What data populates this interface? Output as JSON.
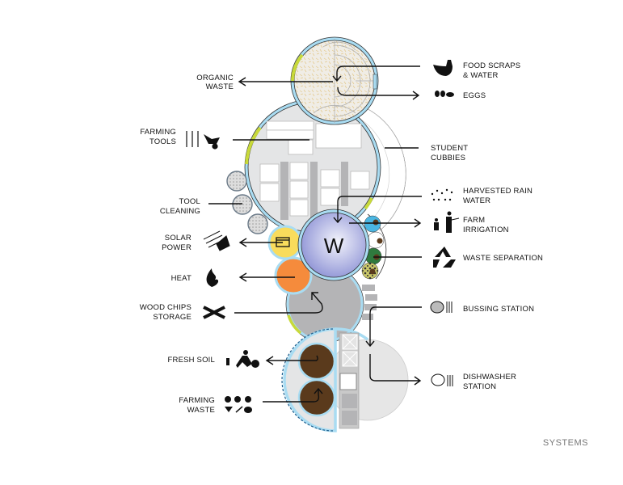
{
  "left_labels": {
    "organic_waste": [
      "ORGANIC",
      "WASTE"
    ],
    "farming_tools": [
      "FARMING",
      "TOOLS"
    ],
    "tool_cleaning": [
      "TOOL",
      "CLEANING"
    ],
    "solar_power": [
      "SOLAR",
      "POWER"
    ],
    "heat": [
      "HEAT"
    ],
    "wood_chips": [
      "WOOD CHIPS",
      "STORAGE"
    ],
    "fresh_soil": [
      "FRESH SOIL"
    ],
    "farming_waste": [
      "FARMING",
      "WASTE"
    ]
  },
  "right_labels": {
    "food_scraps": [
      "FOOD SCRAPS",
      "& WATER"
    ],
    "eggs": [
      "EGGS"
    ],
    "student_cubbies": [
      "STUDENT",
      "CUBBIES"
    ],
    "rain_water": [
      "HARVESTED RAIN",
      "WATER"
    ],
    "farm_irrigation": [
      "FARM",
      "IRRIGATION"
    ],
    "waste_separation": [
      "WASTE SEPARATION"
    ],
    "bussing_station": [
      "BUSSING STATION"
    ],
    "dishwasher_station": [
      "DISHWASHER",
      "STATION"
    ]
  },
  "center_label": "W",
  "caption": "SYSTEMS",
  "colors": {
    "wall_blue": "#a9dcf2",
    "accent_green": "#c8d93a",
    "water_purple": "#8f95d8",
    "solar_yellow": "#f9dc5c",
    "heat_orange": "#f58b3c",
    "soil_brown": "#5a3a1c",
    "storage_gray": "#b4b4b6",
    "garden_gray": "#e4e5e6"
  }
}
